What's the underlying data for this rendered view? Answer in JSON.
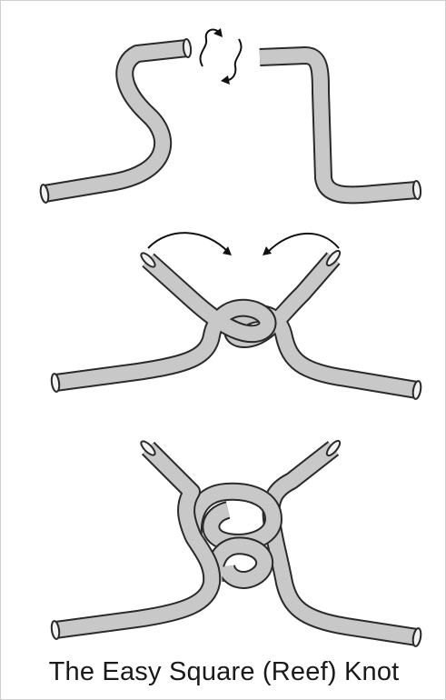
{
  "caption": "The Easy Square (Reef) Knot",
  "colors": {
    "rope_fill": "#c8c8c8",
    "rope_outline": "#2a2a2a",
    "rope_end": "#f2f2f2",
    "arrow": "#111111",
    "background": "#ffffff"
  },
  "steps": [
    "step-1",
    "step-2",
    "step-3"
  ]
}
